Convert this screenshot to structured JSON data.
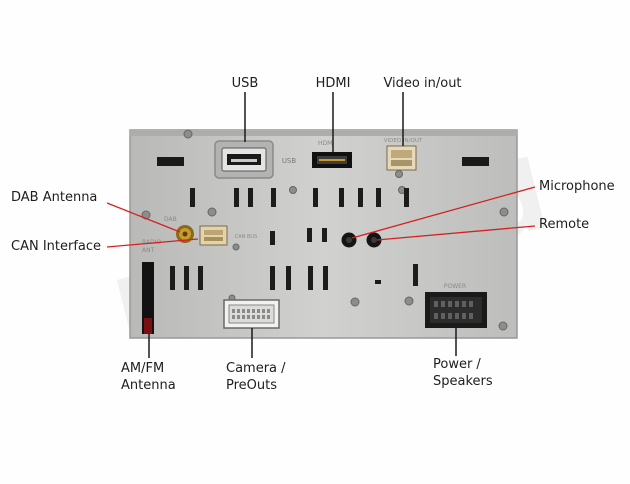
{
  "diagram": {
    "labels": {
      "usb": "USB",
      "hdmi": "HDMI",
      "video": "Video in/out",
      "dab": "DAB Antenna",
      "can": "CAN Interface",
      "microphone": "Microphone",
      "remote": "Remote",
      "amfm_line1": "AM/FM",
      "amfm_line2": "Antenna",
      "camera_line1": "Camera /",
      "camera_line2": "PreOuts",
      "power_line1": "Power /",
      "power_line2": "Speakers"
    },
    "panel_text": {
      "usb": "USB",
      "hdmi": "HDMI",
      "video": "VIDEO IN/OUT",
      "dab": "DAB",
      "radio": "RADIO",
      "ant": "ANT",
      "can": "CAN BUS",
      "power": "POWER"
    },
    "watermark": "rusound",
    "colors": {
      "panel": "#c8c8c6",
      "panel_edge": "#9a9a98",
      "slot": "#1a1a1a",
      "leader_line": "#d42020",
      "label_text": "#1e1e1e",
      "watermark": "#e9e9e9"
    }
  }
}
